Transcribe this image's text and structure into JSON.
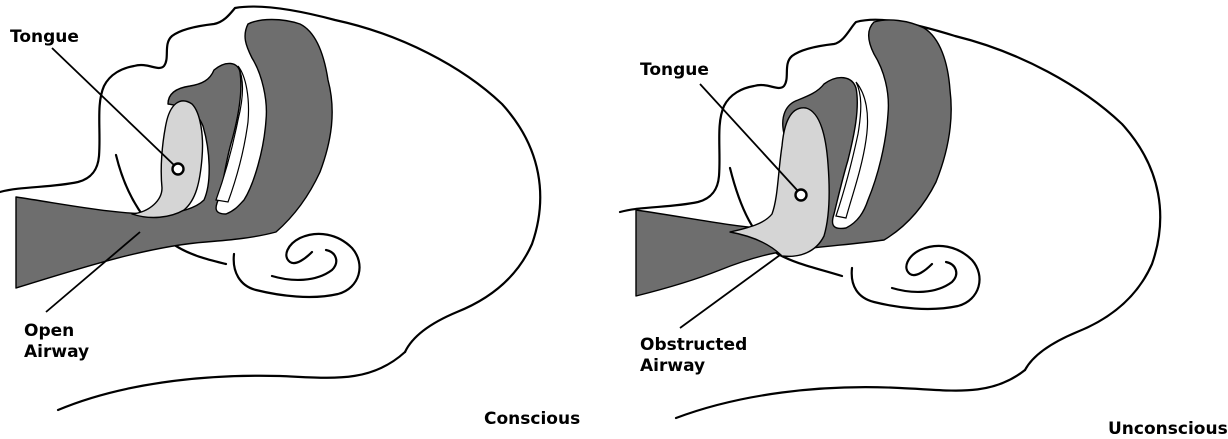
{
  "panels": {
    "conscious": {
      "tongue_label": "Tongue",
      "airway_label_line1": "Open",
      "airway_label_line2": "Airway",
      "state_label": "Conscious"
    },
    "unconscious": {
      "tongue_label": "Tongue",
      "airway_label_line1": "Obstructed",
      "airway_label_line2": "Airway",
      "state_label": "Unconscious"
    }
  },
  "colors": {
    "airway_dark": "#6e6e6e",
    "tongue_light": "#d5d5d5",
    "outline": "#000000",
    "background": "#ffffff"
  }
}
